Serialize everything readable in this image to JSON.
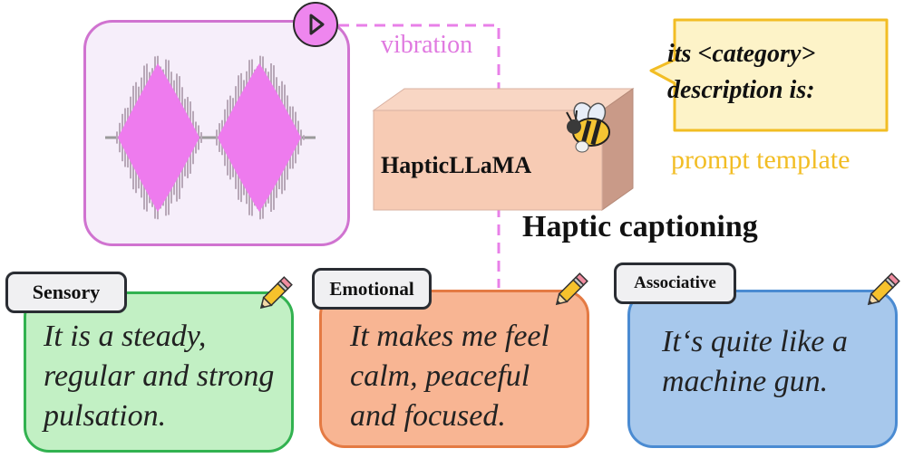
{
  "vibration": {
    "label": "vibration",
    "play_icon": "play-icon",
    "waveform_color": "#ee7bee"
  },
  "model": {
    "name": "HapticLLaMA",
    "icon": "bee-icon"
  },
  "prompt": {
    "lines": [
      "its <category>",
      "description is:"
    ],
    "label": "prompt template"
  },
  "caption_title": "Haptic captioning",
  "cards": {
    "sensory": {
      "tag": "Sensory",
      "lines": [
        "It is a steady,",
        "regular and strong",
        "pulsation."
      ],
      "icon": "pencil-icon"
    },
    "emotional": {
      "tag": "Emotional",
      "lines": [
        "It makes me feel",
        "calm, peaceful",
        "and focused."
      ],
      "icon": "pencil-icon"
    },
    "associative": {
      "tag": "Associative",
      "lines": [
        "It‘s quite like a",
        "machine gun."
      ],
      "icon": "pencil-icon"
    }
  },
  "colors": {
    "vibration": "#e07ae0",
    "prompt": "#f2bd24",
    "sensory": "#32b250",
    "emotional": "#e47a43",
    "associative": "#4a8bd2",
    "cube": "#f7cbb4"
  }
}
